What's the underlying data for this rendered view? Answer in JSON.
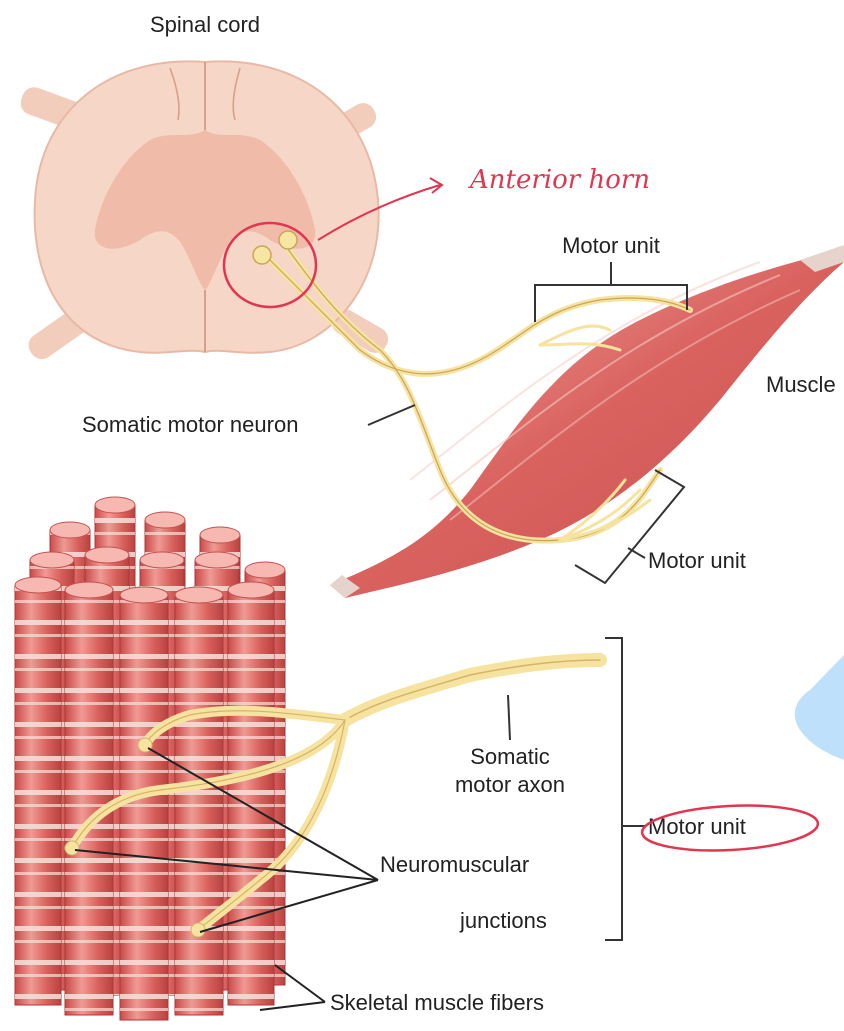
{
  "labels": {
    "spinal_cord": "Spinal cord",
    "anterior_horn_note": "Anterior horn",
    "motor_unit_top": "Motor unit",
    "muscle": "Muscle",
    "somatic_motor_neuron": "Somatic motor neuron",
    "motor_unit_right": "Motor unit",
    "somatic_motor_axon_line1": "Somatic",
    "somatic_motor_axon_line2": "motor axon",
    "motor_unit_bracket": "Motor unit",
    "neuromuscular_line1": "Neuromuscular",
    "neuromuscular_line2": "junctions",
    "skeletal_fibers": "Skeletal muscle fibers"
  },
  "colors": {
    "spinal_cord": "#f6d6c6",
    "gray_matter": "#efb8a4",
    "muscle": "#d9625f",
    "muscle_light": "#f0a9a2",
    "nerve": "#f6e3a0",
    "annotation": "#e0364f",
    "blue_shape": "#bfe0fb"
  }
}
